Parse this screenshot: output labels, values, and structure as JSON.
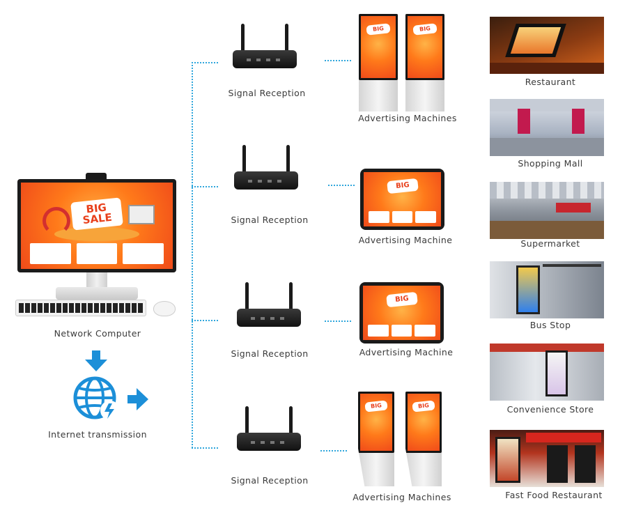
{
  "source": {
    "computer_label": "Network Computer",
    "internet_label": "Internet transmission",
    "screen_banner": "BIG SALE"
  },
  "branches": [
    {
      "router_label": "Signal Reception",
      "machine_label": "Advertising Machines"
    },
    {
      "router_label": "Signal Reception",
      "machine_label": "Advertising Machine"
    },
    {
      "router_label": "Signal Reception",
      "machine_label": "Advertising Machine"
    },
    {
      "router_label": "Signal Reception",
      "machine_label": "Advertising Machines"
    }
  ],
  "locations": [
    {
      "label": "Restaurant"
    },
    {
      "label": "Shopping Mall"
    },
    {
      "label": "Supermarket"
    },
    {
      "label": "Bus Stop"
    },
    {
      "label": "Convenience Store"
    },
    {
      "label": "Fast Food Restaurant"
    }
  ],
  "colors": {
    "connector": "#2fa6dc",
    "icon_blue": "#1c8fd8",
    "sale_orange": "#ff7a1a"
  }
}
